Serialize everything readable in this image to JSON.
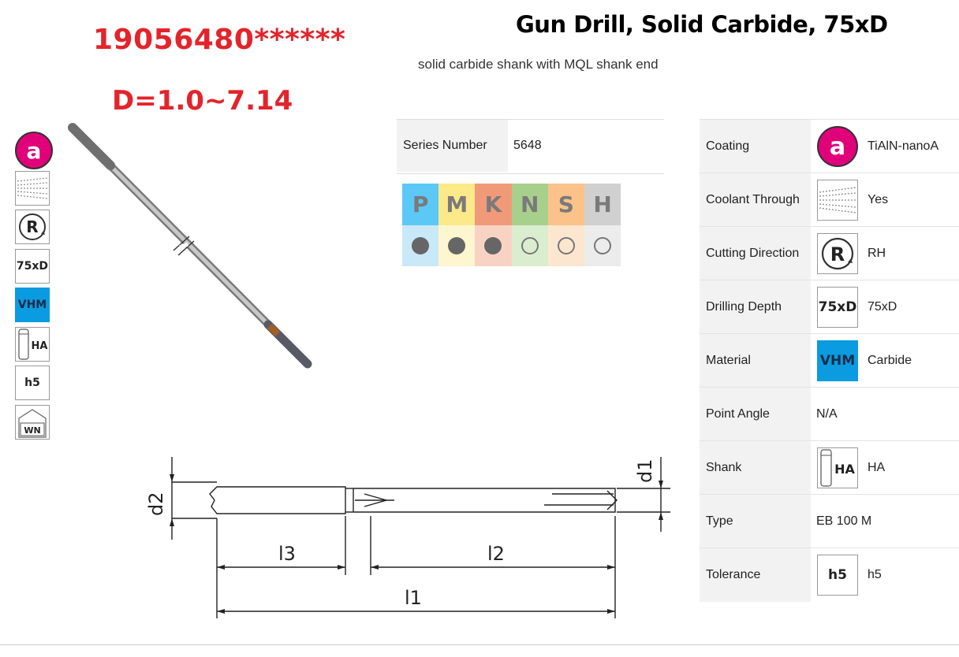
{
  "header": {
    "part_number": "19056480******",
    "diameter_range": "D=1.0~7.14",
    "title": "Gun Drill, Solid Carbide, 75xD",
    "subtitle": "solid carbide shank with MQL shank end"
  },
  "icons_left": {
    "coating": "a",
    "drill_depth": "75xD",
    "material": "VHM",
    "shank": "HA",
    "tolerance": "h5",
    "norm": "WN"
  },
  "series": {
    "label": "Series Number",
    "value": "5648"
  },
  "materials": [
    {
      "letter": "P",
      "color": "#5bc8f5",
      "light": "#c9e8f8",
      "filled": true
    },
    {
      "letter": "M",
      "color": "#fbe98a",
      "light": "#fdf6cf",
      "filled": true
    },
    {
      "letter": "K",
      "color": "#f19a7a",
      "light": "#f8d3c4",
      "filled": true
    },
    {
      "letter": "N",
      "color": "#a8d08d",
      "light": "#dbedcf",
      "filled": false
    },
    {
      "letter": "S",
      "color": "#fbc28a",
      "light": "#fde6cf",
      "filled": false
    },
    {
      "letter": "H",
      "color": "#d0d0d0",
      "light": "#ececec",
      "filled": false
    }
  ],
  "specs": [
    {
      "label": "Coating",
      "icon": "a",
      "value": "TiAlN-nanoA"
    },
    {
      "label": "Coolant Through",
      "icon": "coolant-icon",
      "value": "Yes"
    },
    {
      "label": "Cutting Direction",
      "icon": "R",
      "value": "RH"
    },
    {
      "label": "Drilling Depth",
      "icon": "75xD",
      "value": "75xD"
    },
    {
      "label": "Material",
      "icon": "VHM",
      "value": "Carbide"
    },
    {
      "label": "Point Angle",
      "icon": "",
      "value": "N/A"
    },
    {
      "label": "Shank",
      "icon": "HA",
      "value": "HA"
    },
    {
      "label": "Type",
      "icon": "",
      "value": "EB 100 M"
    },
    {
      "label": "Tolerance",
      "icon": "h5",
      "value": "h5"
    }
  ],
  "drawing": {
    "d1": "d1",
    "d2": "d2",
    "l1": "l1",
    "l2": "l2",
    "l3": "l3"
  },
  "colors": {
    "accent_red": "#e3242b",
    "coating_magenta": "#e0007a",
    "vhm_blue": "#0a9be0"
  }
}
